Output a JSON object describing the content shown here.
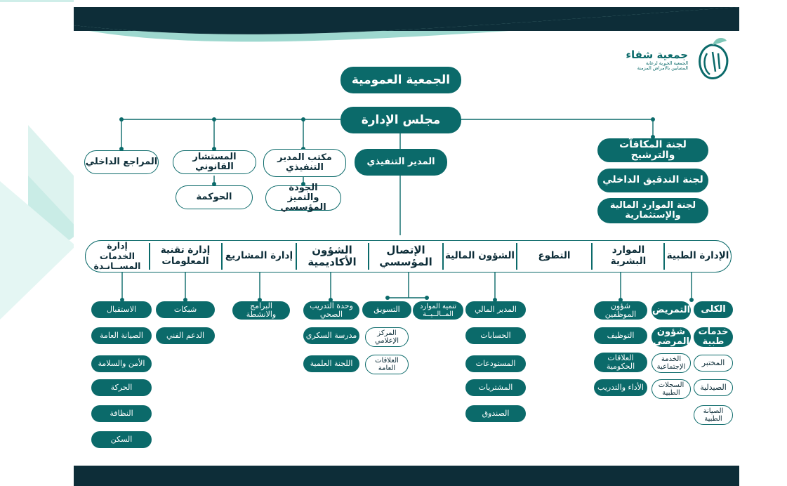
{
  "logo": {
    "name": "جمعية شفاء",
    "tagline_1": "الجمعية الخيرية لرعاية",
    "tagline_2": "المصابين بالأمراض المزمنة"
  },
  "top": {
    "general_assembly": "الجمعية العمومية",
    "board": "مجلس الإدارة"
  },
  "level2": {
    "internal_auditor": "المراجع الداخلي",
    "legal_advisor": "المستشار القانوني",
    "executive_office": "مكتب المدير التنفيذي",
    "executive_director": "المدير التنفيذي",
    "governance": "الحوكمة",
    "quality": "الجودة والتميز المؤسسي"
  },
  "committees": [
    "لجنة المكافآت والترشيح",
    "لجنة التدقيق الداخلي",
    "لجنة الموارد المالية والإستثمارية"
  ],
  "departments": {
    "medical": "الإدارة الطبية",
    "hr": "الموارد البشرية",
    "volunteering": "التطوع",
    "finance": "الشؤون المالية",
    "communication": "الإتصال المؤسسي",
    "academic": "الشؤون الأكاديمية",
    "projects": "إدارة المشاريع",
    "it": "إدارة تقنية المعلومات",
    "support": "إدارة الخدمات المســانـدة"
  },
  "support_items": [
    "الاستقبال",
    "الصيانة العامة",
    "الأمن والسلامة",
    "الحركة",
    "النظافة",
    "السكن"
  ],
  "it_items": [
    "شبكات",
    "الدعم الفني"
  ],
  "projects_items": [
    "البرامج والانشطة"
  ],
  "academic_items": [
    "وحدة التدريب الصحي",
    "مدرسة السكري",
    "اللجنة العلمية"
  ],
  "communication_items": {
    "marketing": "التسويق",
    "media_center": "المركز الإعلامي",
    "public_relations": "العلاقات العامة",
    "financial_development": "تنمية الموارد المــالــيــة"
  },
  "finance_items": [
    "المدير المالي",
    "الحسابات",
    "المستودعات",
    "المشتريات",
    "الصندوق"
  ],
  "hr_items": [
    "شؤون الموظفين",
    "التوظيف",
    "العلاقات الحكومية",
    "الأداء والتدريب"
  ],
  "nursing_items": {
    "nursing": "التمريض",
    "patient_affairs": "شؤون المرضى",
    "social_service": "الخدمة الإجتماعية",
    "medical_records": "السجلات الطبية"
  },
  "medical_items": {
    "kidney": "الكلى",
    "medical_services": "خدمات طبية",
    "lab": "المختبر",
    "pharmacy": "الصيدلية",
    "maintenance": "الصيانة الطبية"
  },
  "colors": {
    "dark_navy": "#0d2d38",
    "teal": "#0b6a6a",
    "mint": "#cfeee9"
  }
}
